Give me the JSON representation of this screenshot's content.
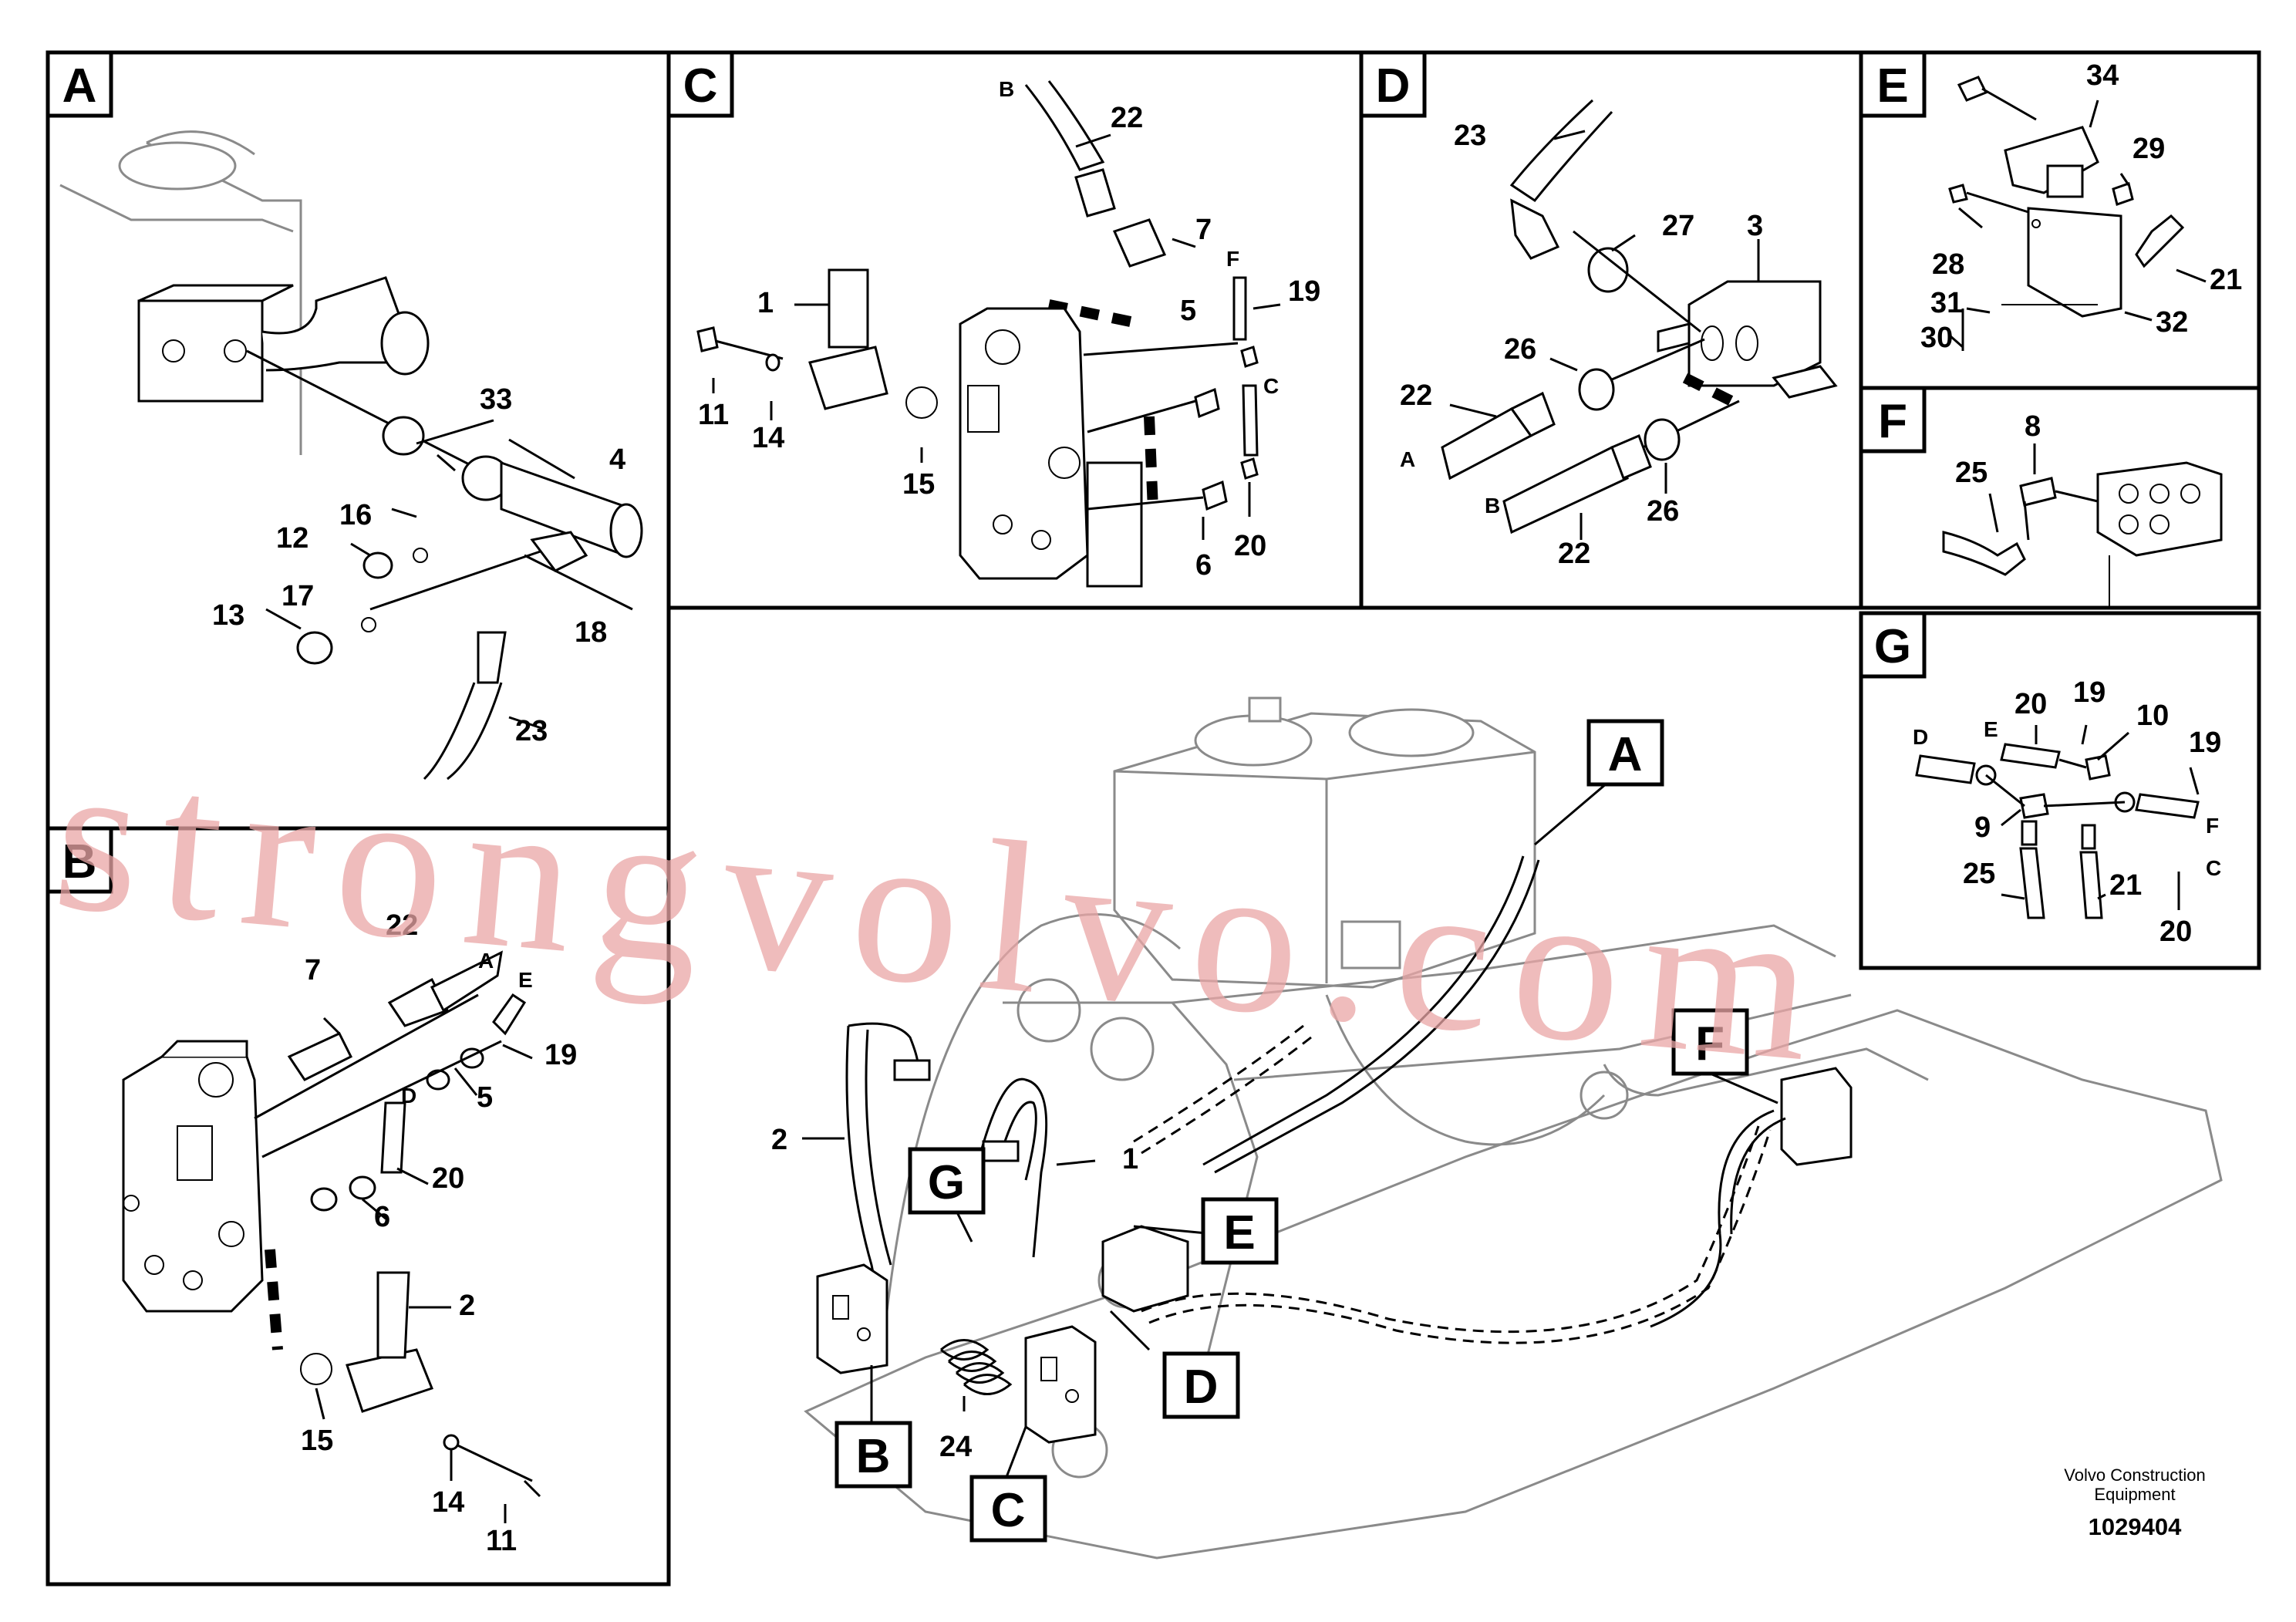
{
  "panels": {
    "A": {
      "letter": "A",
      "labels": [
        "33",
        "4",
        "16",
        "12",
        "17",
        "13",
        "18",
        "23"
      ]
    },
    "B": {
      "letter": "B",
      "labels": [
        "22",
        "A",
        "E",
        "7",
        "19",
        "D",
        "5",
        "20",
        "6",
        "2",
        "15",
        "14",
        "11"
      ]
    },
    "C": {
      "letter": "C",
      "labels": [
        "B",
        "22",
        "7",
        "F",
        "19",
        "1",
        "5",
        "C",
        "11",
        "14",
        "15",
        "6",
        "20"
      ]
    },
    "D": {
      "letter": "D",
      "labels": [
        "23",
        "27",
        "3",
        "26",
        "22",
        "A",
        "B",
        "26",
        "22"
      ]
    },
    "E": {
      "letter": "E",
      "labels": [
        "34",
        "29",
        "28",
        "21",
        "31",
        "32",
        "30"
      ]
    },
    "F": {
      "letter": "F",
      "labels": [
        "8",
        "25"
      ]
    },
    "G": {
      "letter": "G",
      "labels": [
        "20",
        "19",
        "10",
        "19",
        "D",
        "E",
        "9",
        "F",
        "25",
        "21",
        "C",
        "20"
      ]
    }
  },
  "main": {
    "callouts": [
      "A",
      "F",
      "E",
      "G",
      "D",
      "B",
      "C"
    ],
    "labels": [
      "2",
      "1",
      "24"
    ]
  },
  "watermark": "strongvolvo.com",
  "footer": {
    "company_line1": "Volvo Construction",
    "company_line2": "Equipment",
    "drawing_number": "1029404"
  }
}
